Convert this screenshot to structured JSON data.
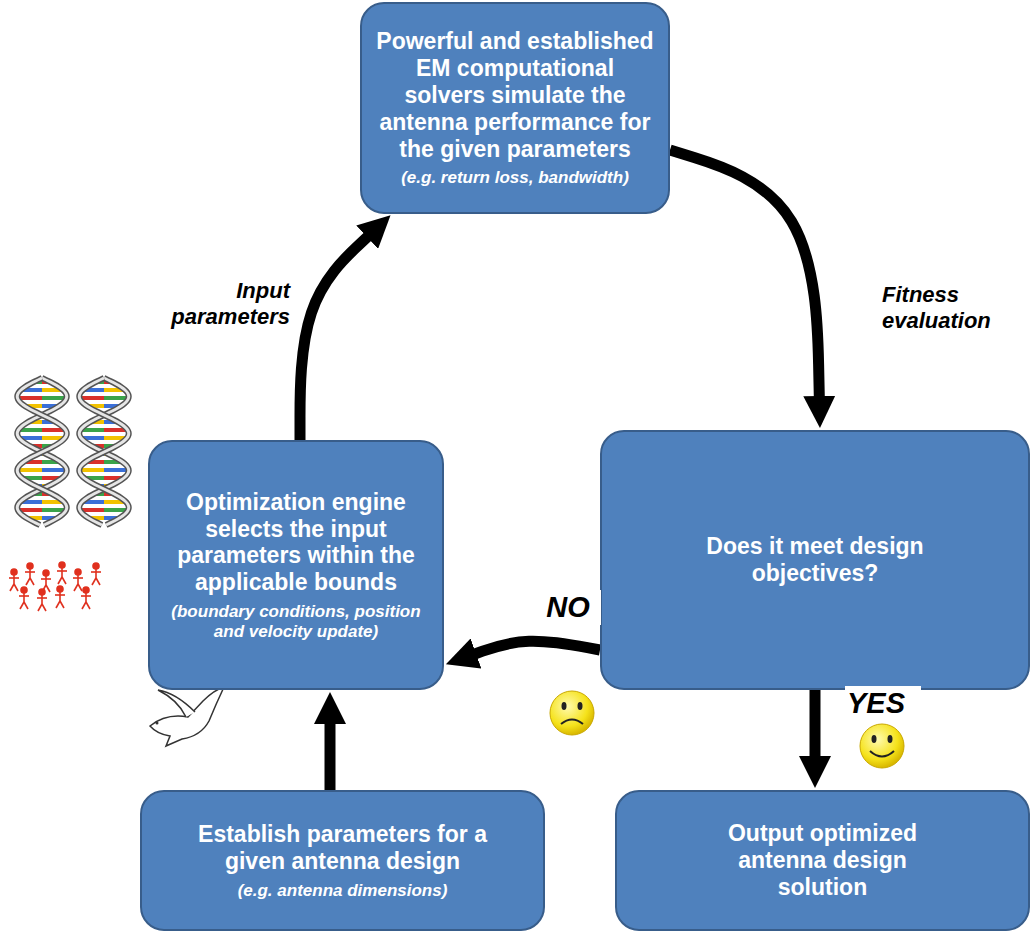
{
  "diagram": {
    "nodes": [
      {
        "text": [
          "Powerful and established EM computational solvers simulate the antenna performance for the given parameters",
          "(e.g. return loss, bandwidth)"
        ]
      },
      {
        "text": [
          "Optimization engine selects the input parameters within the applicable bounds",
          "(boundary conditions, position and velocity update)"
        ]
      },
      {
        "text": [
          "Does it meet design objectives?"
        ]
      },
      {
        "text": [
          "Establish parameters for a given antenna design",
          "(e.g. antenna dimensions)"
        ]
      },
      {
        "text": [
          "Output optimized antenna design solution"
        ]
      }
    ],
    "edges": [
      {
        "from": 1,
        "to": 0,
        "arrow": "to",
        "label": "Input parameters"
      },
      {
        "from": 0,
        "to": 2,
        "arrow": "to",
        "label": "Fitness evaluation"
      },
      {
        "from": 2,
        "to": 1,
        "arrow": "to",
        "label": "NO"
      },
      {
        "from": 2,
        "to": 4,
        "arrow": "to",
        "label": "YES"
      },
      {
        "from": 3,
        "to": 1,
        "arrow": "to"
      }
    ]
  }
}
